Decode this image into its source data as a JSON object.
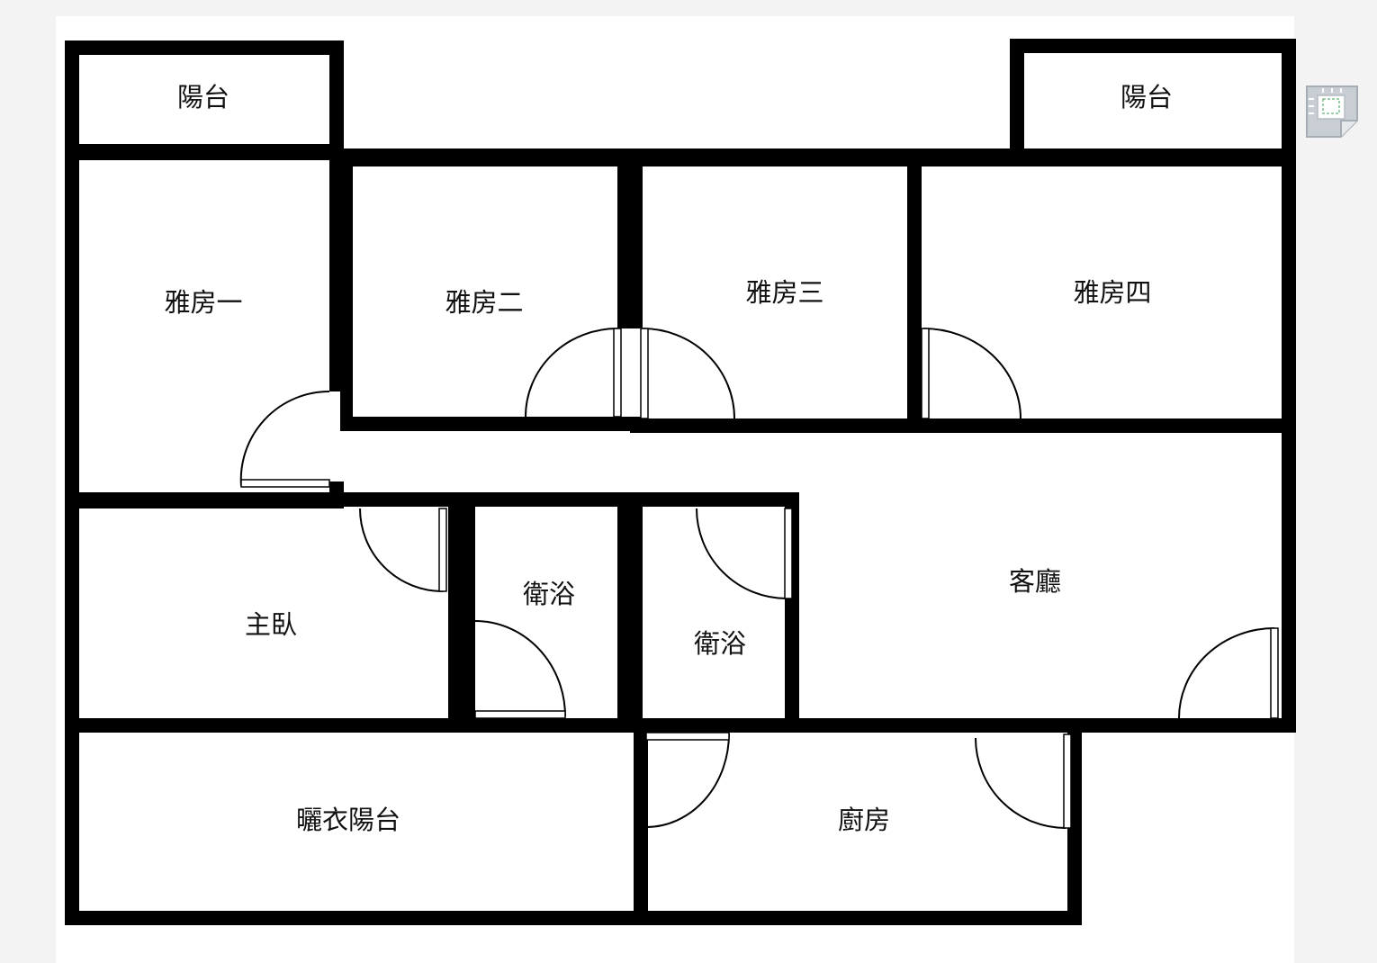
{
  "floorplan": {
    "rooms": {
      "balcony_left": "陽台",
      "balcony_right": "陽台",
      "bedroom_1": "雅房一",
      "bedroom_2": "雅房二",
      "bedroom_3": "雅房三",
      "bedroom_4": "雅房四",
      "master_bedroom": "主臥",
      "bathroom_1": "衛浴",
      "bathroom_2": "衛浴",
      "living_room": "客廳",
      "laundry_balcony": "曬衣陽台",
      "kitchen": "廚房"
    }
  },
  "icons": {
    "corner": "blueprint-page-icon"
  }
}
